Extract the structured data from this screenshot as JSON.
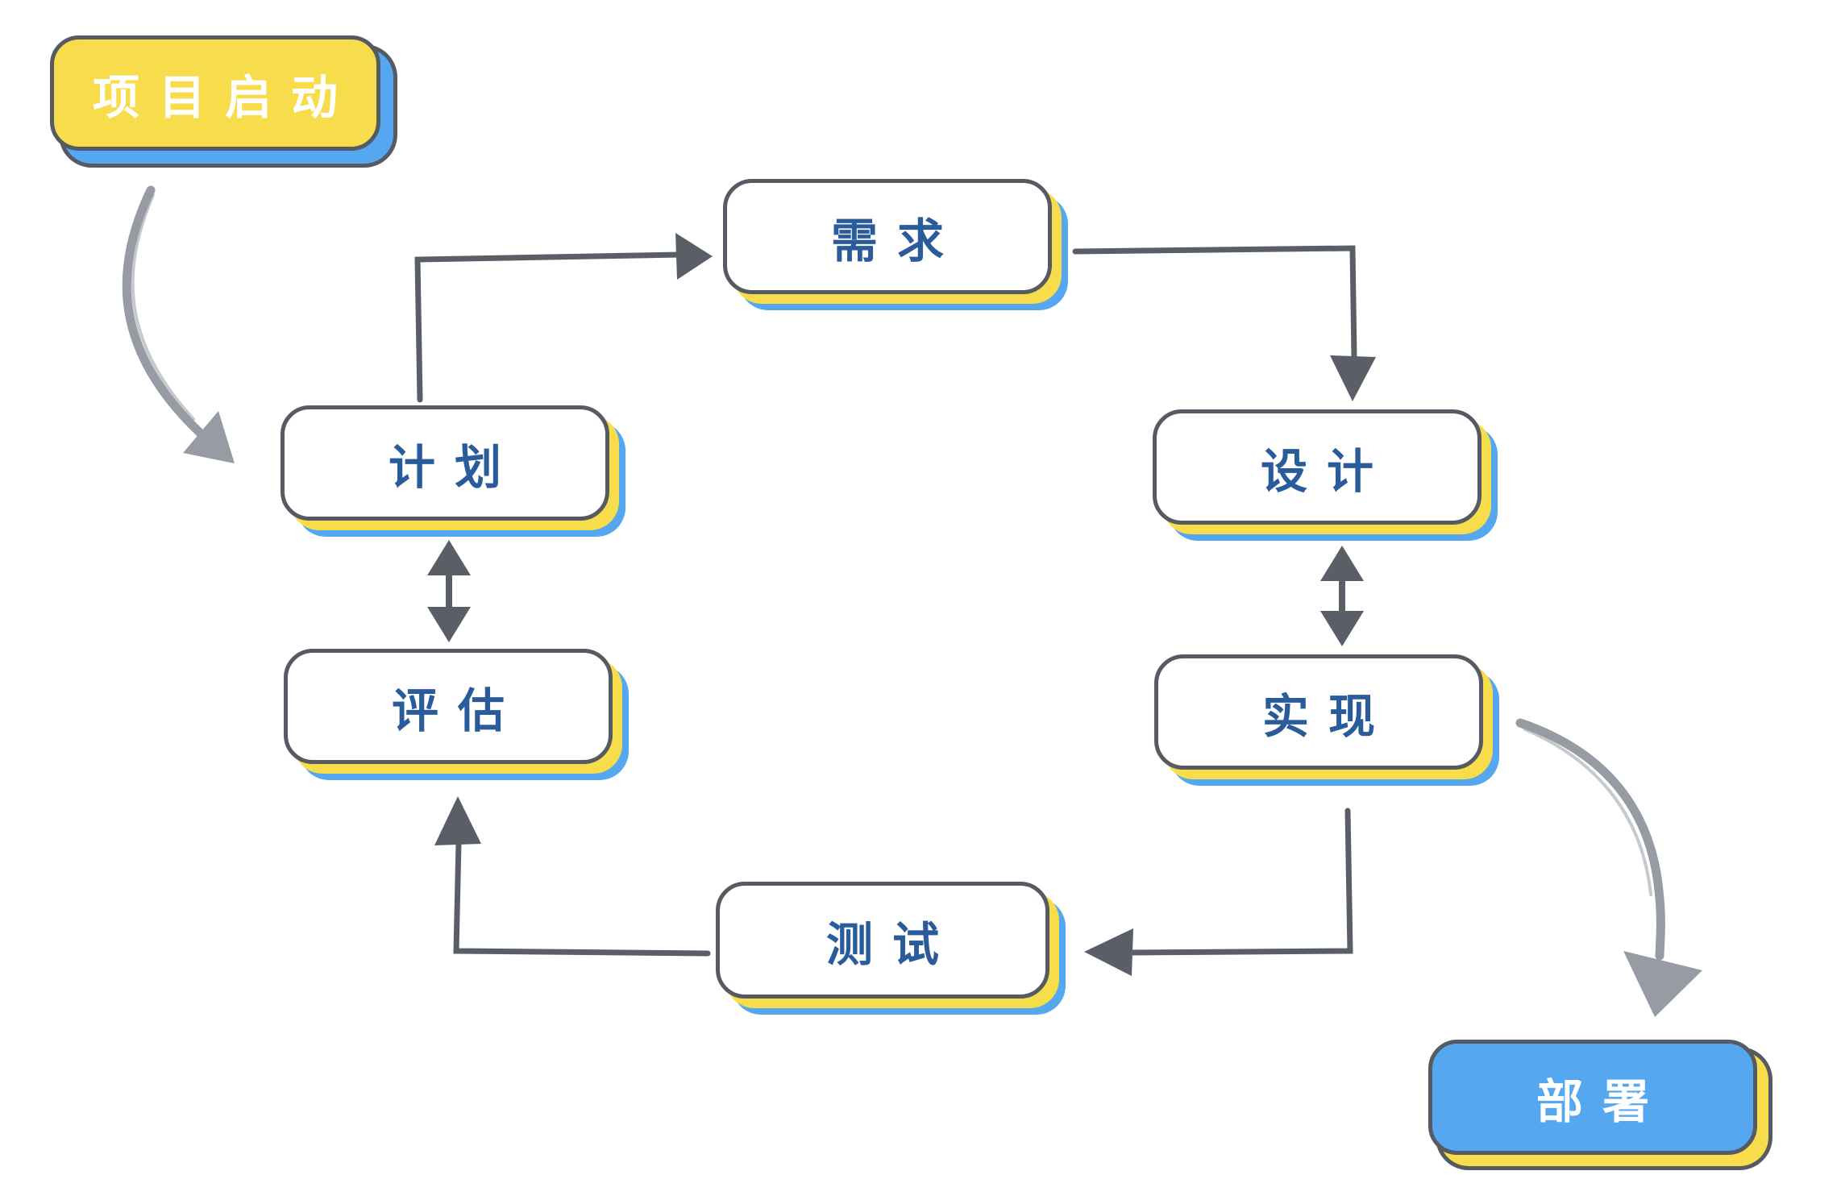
{
  "diagram": {
    "type": "flowchart",
    "language": "zh-CN",
    "nodes": [
      {
        "id": "start",
        "label": "项目启动",
        "shape": "rounded-rect",
        "fill": "yellow",
        "text_color": "white"
      },
      {
        "id": "requirements",
        "label": "需求",
        "shape": "rounded-rect",
        "fill": "white",
        "text_color": "blue"
      },
      {
        "id": "plan",
        "label": "计划",
        "shape": "rounded-rect",
        "fill": "white",
        "text_color": "blue"
      },
      {
        "id": "design",
        "label": "设计",
        "shape": "rounded-rect",
        "fill": "white",
        "text_color": "blue"
      },
      {
        "id": "evaluation",
        "label": "评估",
        "shape": "rounded-rect",
        "fill": "white",
        "text_color": "blue"
      },
      {
        "id": "implementation",
        "label": "实现",
        "shape": "rounded-rect",
        "fill": "white",
        "text_color": "blue"
      },
      {
        "id": "testing",
        "label": "测试",
        "shape": "rounded-rect",
        "fill": "white",
        "text_color": "blue"
      },
      {
        "id": "deployment",
        "label": "部署",
        "shape": "rounded-rect",
        "fill": "blue",
        "text_color": "white"
      }
    ],
    "edges": [
      {
        "from": "start",
        "to": "plan",
        "style": "curved-brush",
        "direction": "one-way"
      },
      {
        "from": "plan",
        "to": "requirements",
        "style": "elbow",
        "direction": "one-way"
      },
      {
        "from": "requirements",
        "to": "design",
        "style": "elbow",
        "direction": "one-way"
      },
      {
        "from": "plan",
        "to": "evaluation",
        "style": "straight",
        "direction": "two-way"
      },
      {
        "from": "design",
        "to": "implementation",
        "style": "straight",
        "direction": "two-way"
      },
      {
        "from": "implementation",
        "to": "testing",
        "style": "elbow",
        "direction": "one-way"
      },
      {
        "from": "testing",
        "to": "evaluation",
        "style": "elbow",
        "direction": "one-way"
      },
      {
        "from": "implementation",
        "to": "deployment",
        "style": "curved-brush",
        "direction": "one-way"
      }
    ],
    "colors": {
      "yellow": "#f7dd4b",
      "blue": "#55a8f0",
      "outline": "#555a63",
      "node_text_blue": "#2a5c9b",
      "node_text_white": "#ffffff",
      "arrow_dark": "#5a5f67",
      "arrow_gray": "#979ca4",
      "background": "#ffffff"
    }
  }
}
